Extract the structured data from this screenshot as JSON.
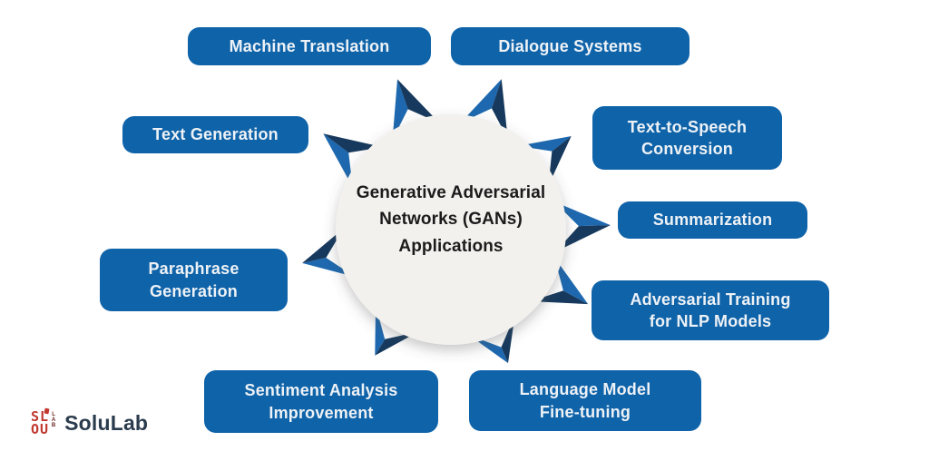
{
  "colors": {
    "background": "#ffffff",
    "box_bg": "#0f63a9",
    "box_text": "#eef2f6",
    "spike_main": "#1d68af",
    "spike_dark": "#16395d",
    "circle_bg": "#f2f1ee",
    "center_text": "#1b1b1b",
    "logo_red": "#c1392f",
    "logo_text": "#2b3c4e"
  },
  "center": {
    "line1": "Generative Adversarial",
    "line2": "Networks (GANs)",
    "line3": "Applications"
  },
  "applications": [
    {
      "name": "machine-translation",
      "label": "Machine Translation"
    },
    {
      "name": "dialogue-systems",
      "label": "Dialogue Systems"
    },
    {
      "name": "text-generation",
      "label": "Text Generation"
    },
    {
      "name": "text-to-speech-conversion",
      "label": "Text-to-Speech\nConversion"
    },
    {
      "name": "summarization",
      "label": "Summarization"
    },
    {
      "name": "paraphrase-generation",
      "label": "Paraphrase\nGeneration"
    },
    {
      "name": "adversarial-training-for-nlp-models",
      "label": "Adversarial Training\nfor NLP Models"
    },
    {
      "name": "sentiment-analysis-improvement",
      "label": "Sentiment Analysis\nImprovement"
    },
    {
      "name": "language-model-fine-tuning",
      "label": "Language Model\nFine-tuning"
    }
  ],
  "logo": {
    "mark_row1": "SL",
    "mark_row2": "OU",
    "mark_side": "LAB",
    "wordmark": "SoluLab"
  }
}
